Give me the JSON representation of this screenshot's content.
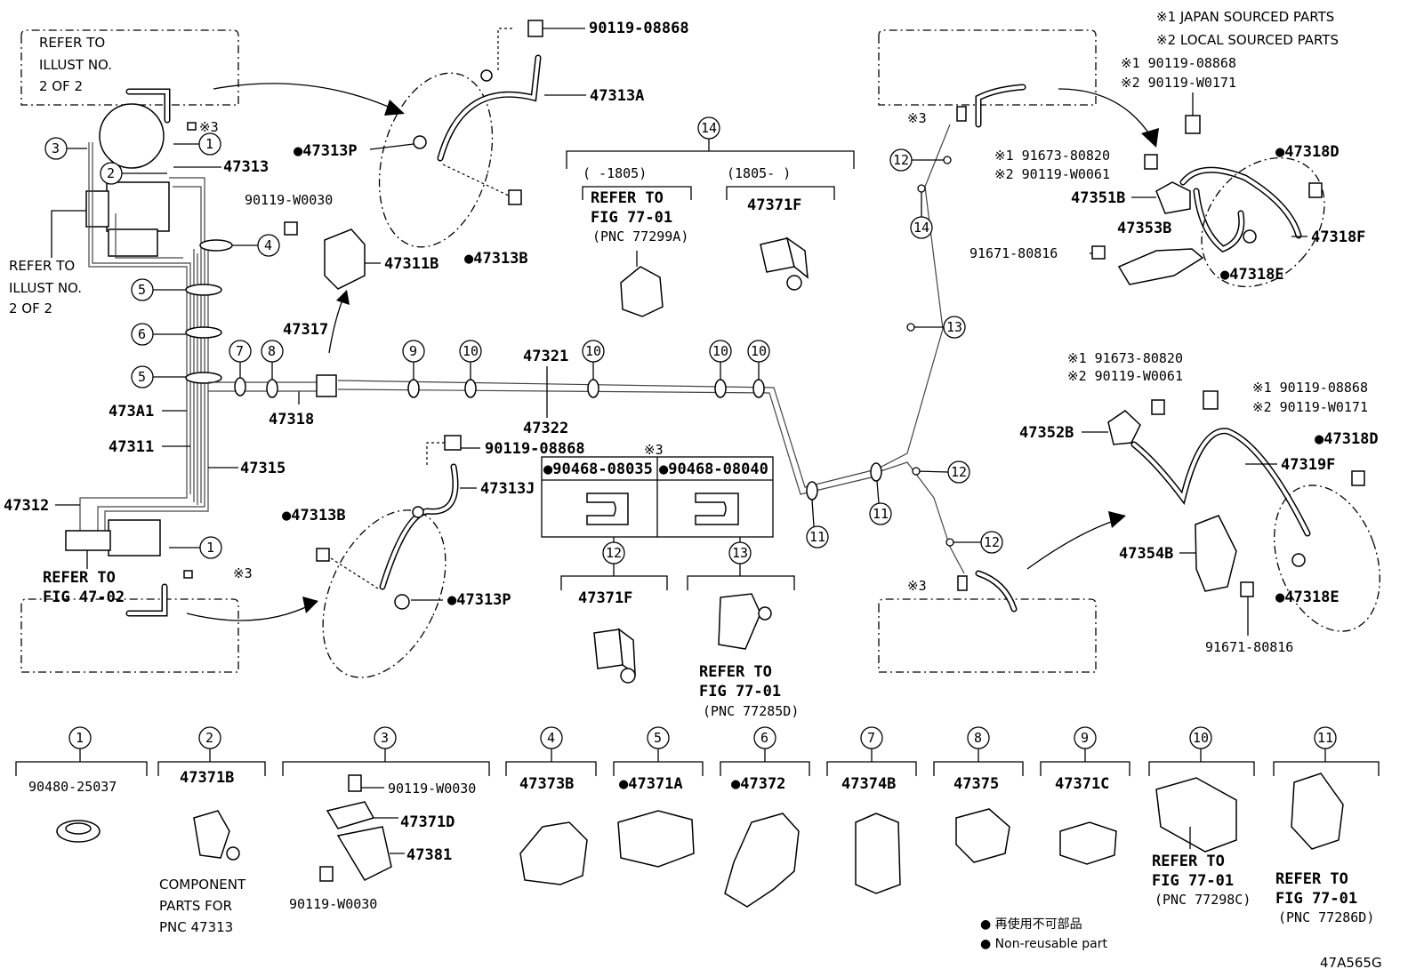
{
  "refer_illust_top": [
    "REFER TO",
    "ILLUST NO.",
    "2 OF 2"
  ],
  "refer_illust_left": [
    "REFER TO",
    "ILLUST NO.",
    "2 OF 2"
  ],
  "refer_fig_4702": [
    "REFER TO",
    "FIG 47-02"
  ],
  "legend_sourced": [
    "※1 JAPAN SOURCED PARTS",
    "※2 LOCAL SOURCED PARTS"
  ],
  "legend_nonreusable": [
    "● 再使用不可部品",
    "● Non-reusable part"
  ],
  "figure_code": "47A565G",
  "callouts": {
    "c1": "1",
    "c2": "2",
    "c3": "3",
    "c4": "4",
    "c5": "5",
    "c6": "6",
    "c7": "7",
    "c8": "8",
    "c9": "9",
    "c10": "10",
    "c11": "11",
    "c12": "12",
    "c13": "13",
    "c14": "14",
    "note3": "※3"
  },
  "labels": {
    "p90119_08868_a": "90119-08868",
    "p47313A": "47313A",
    "p47313P_a": "●47313P",
    "p47313B_a": "●47313B",
    "p47313": "47313",
    "p90119_W0030_a": "90119-W0030",
    "p47311B": "47311B",
    "p47317": "47317",
    "p47318": "47318",
    "p473A1": "473A1",
    "p47311": "47311",
    "p47315": "47315",
    "p47312": "47312",
    "p47321": "47321",
    "p47322": "47322",
    "p90119_08868_b": "90119-08868",
    "p47313J": "47313J",
    "p47313B_b": "●47313B",
    "p47313P_b": "●47313P",
    "p90468_08035": "●90468-08035",
    "p90468_08040": "●90468-08040",
    "p47371F_a": "47371F",
    "p47371F_b": "47371F",
    "date_before": "(    -1805)",
    "date_after": "(1805-     )",
    "refer_77299A": [
      "REFER TO",
      "FIG 77-01",
      "(PNC 77299A)"
    ],
    "refer_77285D": [
      "REFER TO",
      "FIG 77-01",
      "(PNC 77285D)"
    ],
    "r_90119_08868": "※1 90119-08868",
    "r_90119_W0171": "※2 90119-W0171",
    "r_91673_80820": "※1 91673-80820",
    "r_90119_W0061": "※2 90119-W0061",
    "p47351B": "47351B",
    "p47353B": "47353B",
    "p91671_80816_a": "91671-80816",
    "p47318D_a": "●47318D",
    "p47318F": "47318F",
    "p47318E_a": "●47318E",
    "r2_91673_80820": "※1 91673-80820",
    "r2_90119_W0061": "※2 90119-W0061",
    "r2_90119_08868": "※1 90119-08868",
    "r2_90119_W0171": "※2 90119-W0171",
    "p47352B": "47352B",
    "p47319F": "47319F",
    "p47318D_b": "●47318D",
    "p47354B": "47354B",
    "p47318E_b": "●47318E",
    "p91671_80816_b": "91671-80816"
  },
  "bottom_parts": [
    {
      "num": "1",
      "pn": "90480-25037"
    },
    {
      "num": "2",
      "pn": "47371B",
      "note": [
        "COMPONENT",
        "PARTS FOR",
        "PNC 47313"
      ]
    },
    {
      "num": "3",
      "pn": "",
      "sub": [
        "90119-W0030",
        "47371D",
        "47381",
        "90119-W0030"
      ]
    },
    {
      "num": "4",
      "pn": "47373B"
    },
    {
      "num": "5",
      "pn": "●47371A"
    },
    {
      "num": "6",
      "pn": "●47372"
    },
    {
      "num": "7",
      "pn": "47374B"
    },
    {
      "num": "8",
      "pn": "47375"
    },
    {
      "num": "9",
      "pn": "47371C"
    },
    {
      "num": "10",
      "pn": "",
      "note": [
        "REFER TO",
        "FIG 77-01",
        "(PNC 77298C)"
      ]
    },
    {
      "num": "11",
      "pn": "",
      "note": [
        "REFER TO",
        "FIG 77-01",
        "(PNC 77286D)"
      ]
    }
  ]
}
